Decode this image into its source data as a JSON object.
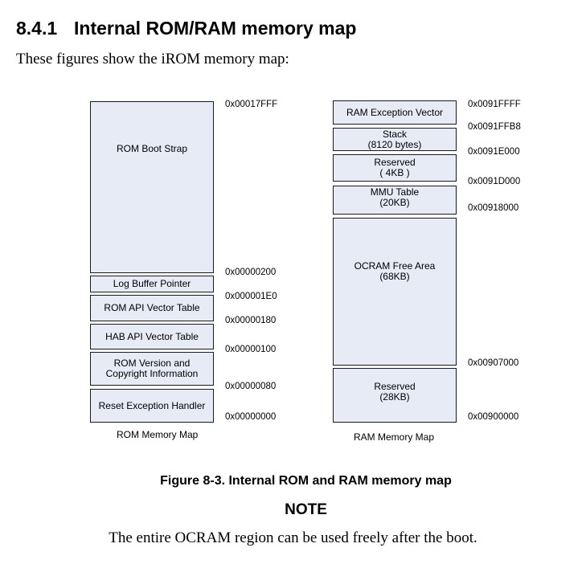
{
  "section": {
    "number": "8.4.1",
    "title": "Internal ROM/RAM memory map"
  },
  "intro": "These figures show the iROM memory map:",
  "rom_map": {
    "caption": "ROM Memory Map",
    "regions": [
      {
        "lines": [
          "ROM Boot Strap"
        ]
      },
      {
        "lines": [
          "Log Buffer Pointer"
        ]
      },
      {
        "lines": [
          "ROM API Vector Table"
        ]
      },
      {
        "lines": [
          "HAB API Vector Table"
        ]
      },
      {
        "lines": [
          "ROM Version and",
          "Copyright Information"
        ]
      },
      {
        "lines": [
          "Reset Exception Handler"
        ]
      }
    ],
    "addresses": [
      "0x00017FFF",
      "0x00000200",
      "0x000001E0",
      "0x00000180",
      "0x00000100",
      "0x00000080",
      "0x00000000"
    ]
  },
  "ram_map": {
    "caption": "RAM Memory Map",
    "regions": [
      {
        "lines": [
          "RAM Exception Vector"
        ]
      },
      {
        "lines": [
          "Stack",
          "(8120 bytes)"
        ]
      },
      {
        "lines": [
          "Reserved",
          "( 4KB )"
        ]
      },
      {
        "lines": [
          "MMU Table",
          "(20KB)"
        ]
      },
      {
        "lines": [
          "OCRAM Free Area",
          "(68KB)"
        ]
      },
      {
        "lines": [
          "Reserved",
          "(28KB)"
        ]
      }
    ],
    "addresses": [
      "0x0091FFFF",
      "0x0091FFB8",
      "0x0091E000",
      "0x0091D000",
      "0x00918000",
      "0x00907000",
      "0x00900000"
    ]
  },
  "figure_caption": "Figure 8-3. Internal ROM and RAM memory map",
  "note": {
    "title": "NOTE",
    "text": "The entire OCRAM region can be used freely after the boot."
  }
}
